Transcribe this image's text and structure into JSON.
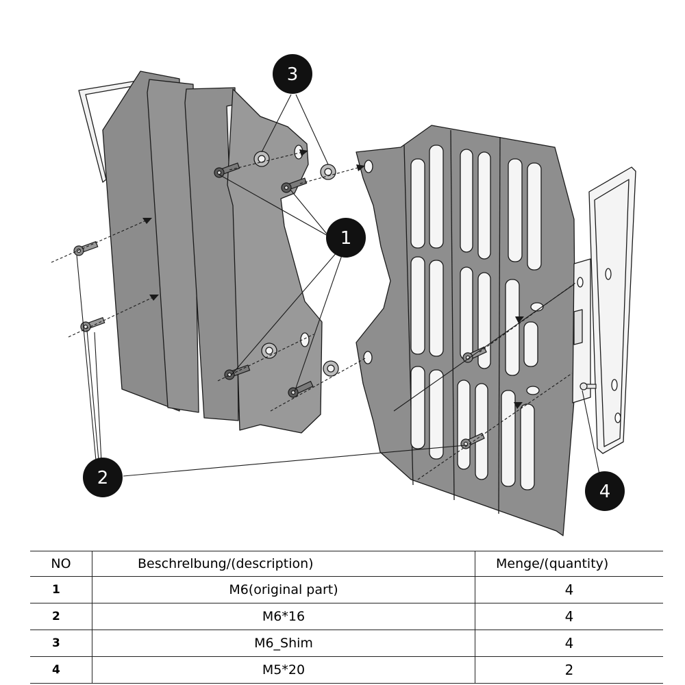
{
  "callouts": [
    {
      "label": "1"
    },
    {
      "label": "2"
    },
    {
      "label": "3"
    },
    {
      "label": "4"
    }
  ],
  "table": {
    "headers": {
      "no": "NO",
      "description": "Beschrelbung/(description)",
      "quantity": "Menge/(quantity)"
    },
    "rows": [
      {
        "no": "1",
        "description": "M6(original part)",
        "quantity": "4"
      },
      {
        "no": "2",
        "description": "M6*16",
        "quantity": "4"
      },
      {
        "no": "3",
        "description": "M6_Shim",
        "quantity": "4"
      },
      {
        "no": "4",
        "description": "M5*20",
        "quantity": "2"
      }
    ]
  },
  "colors": {
    "guard_fill": "#8e8e8e",
    "guard_stroke": "#1a1a1a",
    "callout_fill": "#111111",
    "bracket_fill": "#f4f4f4"
  }
}
